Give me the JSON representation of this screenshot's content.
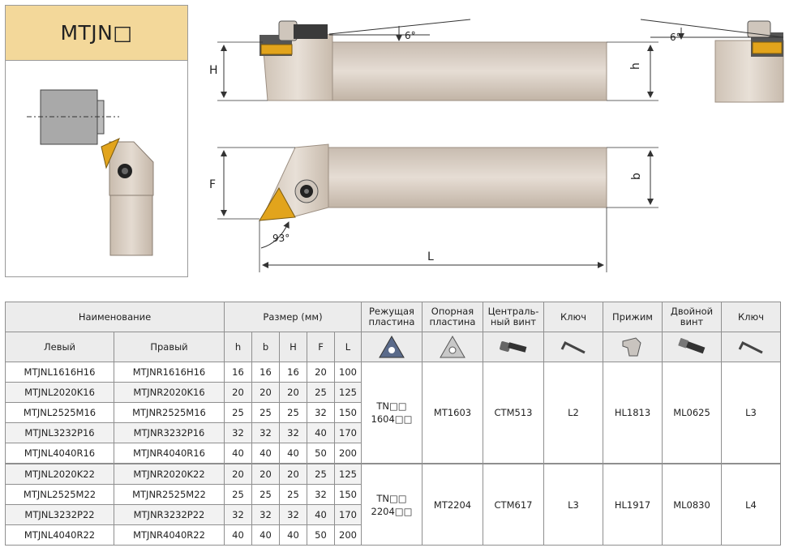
{
  "title": "MTJN□",
  "drawing": {
    "dim_H": "H",
    "dim_h": "h",
    "dim_F": "F",
    "dim_b": "b",
    "dim_L": "L",
    "angle_top_left": "6°",
    "angle_top_right": "6°",
    "angle_insert": "93°"
  },
  "table": {
    "header": {
      "name": "Наименование",
      "size": "Размер (мм)",
      "insert": "Режущая пластина",
      "shim": "Опорная пластина",
      "center_screw": "Централь-ный винт",
      "key1": "Ключ",
      "clamp": "Прижим",
      "double_screw": "Двойной винт",
      "key2": "Ключ",
      "left": "Левый",
      "right": "Правый",
      "h": "h",
      "b": "b",
      "H": "H",
      "F": "F",
      "L": "L"
    },
    "groups": [
      {
        "rows": [
          {
            "left": "MTJNL1616H16",
            "right": "MTJNR1616H16",
            "h": "16",
            "b": "16",
            "H": "16",
            "F": "20",
            "L": "100"
          },
          {
            "left": "MTJNL2020K16",
            "right": "MTJNR2020K16",
            "h": "20",
            "b": "20",
            "H": "20",
            "F": "25",
            "L": "125"
          },
          {
            "left": "MTJNL2525M16",
            "right": "MTJNR2525M16",
            "h": "25",
            "b": "25",
            "H": "25",
            "F": "32",
            "L": "150"
          },
          {
            "left": "MTJNL3232P16",
            "right": "MTJNR3232P16",
            "h": "32",
            "b": "32",
            "H": "32",
            "F": "40",
            "L": "170"
          },
          {
            "left": "MTJNL4040R16",
            "right": "MTJNR4040R16",
            "h": "40",
            "b": "40",
            "H": "40",
            "F": "50",
            "L": "200"
          }
        ],
        "insert_line1": "TN□□",
        "insert_line2": "1604□□",
        "shim": "MT1603",
        "center_screw": "CTM513",
        "key1": "L2",
        "clamp": "HL1813",
        "double_screw": "ML0625",
        "key2": "L3"
      },
      {
        "rows": [
          {
            "left": "MTJNL2020K22",
            "right": "MTJNR2020K22",
            "h": "20",
            "b": "20",
            "H": "20",
            "F": "25",
            "L": "125"
          },
          {
            "left": "MTJNL2525M22",
            "right": "MTJNR2525M22",
            "h": "25",
            "b": "25",
            "H": "25",
            "F": "32",
            "L": "150"
          },
          {
            "left": "MTJNL3232P22",
            "right": "MTJNR3232P22",
            "h": "32",
            "b": "32",
            "H": "32",
            "F": "40",
            "L": "170"
          },
          {
            "left": "MTJNL4040R22",
            "right": "MTJNR4040R22",
            "h": "40",
            "b": "40",
            "H": "40",
            "F": "50",
            "L": "200"
          }
        ],
        "insert_line1": "TN□□",
        "insert_line2": "2204□□",
        "shim": "MT2204",
        "center_screw": "CTM617",
        "key1": "L3",
        "clamp": "HL1917",
        "double_screw": "ML0830",
        "key2": "L4"
      }
    ]
  },
  "colors": {
    "title_bg": "#f3d89a",
    "holder_body": "#d8ccc0",
    "insert_gold": "#e2a41c",
    "header_bg": "#ececec"
  },
  "icons": [
    "triangle-insert-icon",
    "shim-plate-icon",
    "center-screw-icon",
    "hex-key-icon",
    "clamp-icon",
    "double-screw-icon",
    "hex-key-icon"
  ]
}
